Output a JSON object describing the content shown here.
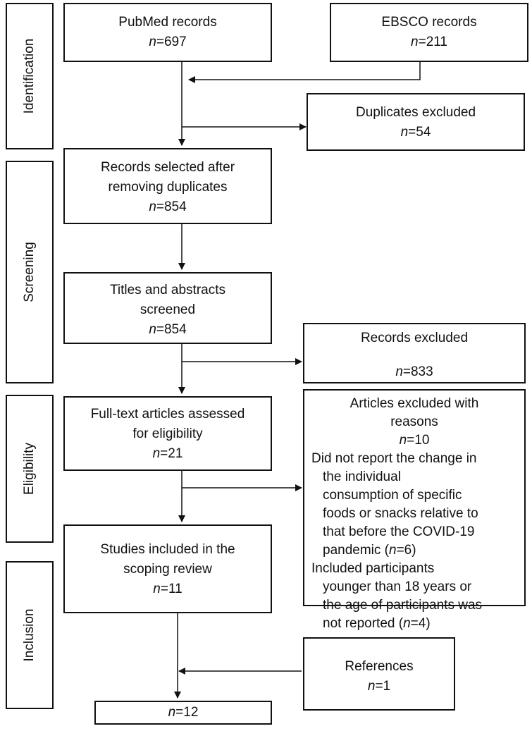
{
  "stages": {
    "identification": "Identification",
    "screening": "Screening",
    "eligibility": "Eligibility",
    "inclusion": "Inclusion"
  },
  "boxes": {
    "pubmed": {
      "title": "PubMed records",
      "n_label": "n",
      "n_value": "=697"
    },
    "ebsco": {
      "title": "EBSCO records",
      "n_label": "n",
      "n_value": "=211"
    },
    "duplicates": {
      "title": "Duplicates excluded",
      "n_label": "n",
      "n_value": "=54"
    },
    "after_duplicates": {
      "line1": "Records selected after",
      "line2": "removing duplicates",
      "n_label": "n",
      "n_value": "=854"
    },
    "titles_abstracts": {
      "line1": "Titles and abstracts",
      "line2": "screened",
      "n_label": "n",
      "n_value": "=854"
    },
    "records_excluded": {
      "title": "Records excluded",
      "n_label": "n",
      "n_value": "=833"
    },
    "full_text": {
      "line1": "Full-text articles assessed",
      "line2": "for eligibility",
      "n_label": "n",
      "n_value": "=21"
    },
    "articles_excluded": {
      "line1": "Articles excluded with",
      "line2": "reasons",
      "n_label": "n",
      "n_value": "=10",
      "reason1_lines": [
        "Did not report the change in",
        "the individual",
        "consumption of specific",
        "foods or snacks relative to",
        "that before the COVID-19"
      ],
      "reason1_last": "pandemic (",
      "reason1_n_label": "n",
      "reason1_n_value": "=6)",
      "reason2_lines": [
        "Included participants",
        "younger than 18 years or",
        "the age of participants was"
      ],
      "reason2_last": "not reported (",
      "reason2_n_label": "n",
      "reason2_n_value": "=4)"
    },
    "studies_included": {
      "line1": "Studies included in the",
      "line2": "scoping review",
      "n_label": "n",
      "n_value": "=11"
    },
    "references": {
      "title": "References",
      "n_label": "n",
      "n_value": "=1"
    },
    "final": {
      "n_label": "n",
      "n_value": "=12"
    }
  }
}
